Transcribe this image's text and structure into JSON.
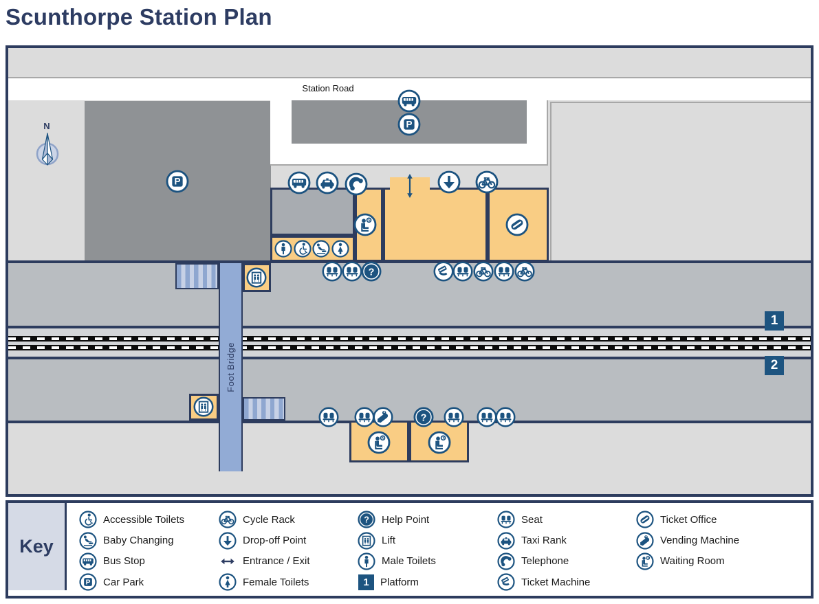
{
  "page_title": "Scunthorpe Station Plan",
  "map": {
    "road_label": "Station Road",
    "compass_north_label": "N",
    "footbridge_label": "Foot Bridge",
    "platform_1_label": "1",
    "platform_2_label": "2"
  },
  "key": {
    "title": "Key",
    "platform_sample": "1",
    "columns": [
      {
        "items": [
          {
            "icon": "accessible-toilets-icon",
            "label": "Accessible Toilets"
          },
          {
            "icon": "baby-changing-icon",
            "label": "Baby Changing"
          },
          {
            "icon": "bus-stop-icon",
            "label": "Bus Stop"
          },
          {
            "icon": "car-park-icon",
            "label": "Car Park"
          }
        ]
      },
      {
        "items": [
          {
            "icon": "cycle-rack-icon",
            "label": "Cycle Rack"
          },
          {
            "icon": "drop-off-point-icon",
            "label": "Drop-off Point"
          },
          {
            "icon": "entrance-exit-icon",
            "label": "Entrance / Exit"
          },
          {
            "icon": "female-toilets-icon",
            "label": "Female Toilets"
          }
        ]
      },
      {
        "items": [
          {
            "icon": "help-point-icon",
            "label": "Help Point"
          },
          {
            "icon": "lift-icon",
            "label": "Lift"
          },
          {
            "icon": "male-toilets-icon",
            "label": "Male Toilets"
          },
          {
            "icon": "platform-number-icon",
            "label": "Platform"
          }
        ]
      },
      {
        "items": [
          {
            "icon": "seat-icon",
            "label": "Seat"
          },
          {
            "icon": "taxi-rank-icon",
            "label": "Taxi Rank"
          },
          {
            "icon": "telephone-icon",
            "label": "Telephone"
          },
          {
            "icon": "ticket-machine-icon",
            "label": "Ticket Machine"
          }
        ]
      },
      {
        "items": [
          {
            "icon": "ticket-office-icon",
            "label": "Ticket Office"
          },
          {
            "icon": "vending-machine-icon",
            "label": "Vending Machine"
          },
          {
            "icon": "waiting-room-icon",
            "label": "Waiting Room"
          }
        ]
      }
    ]
  },
  "colors": {
    "navy_structure": "#2d3c5e",
    "title_navy": "#2d3c62",
    "icon_blue": "#1c5380",
    "platform_badge_blue": "#1d5480",
    "building_orange": "#f9cd84",
    "building_gray": "#a8acb1",
    "car_park_gray": "#8f9295",
    "platform_gray": "#b9bdc1",
    "background_gray": "#dcdcdc",
    "bridge_blue": "#92abd5",
    "key_panel_bg": "#d5dae6",
    "track_black": "#0c0c0c"
  }
}
